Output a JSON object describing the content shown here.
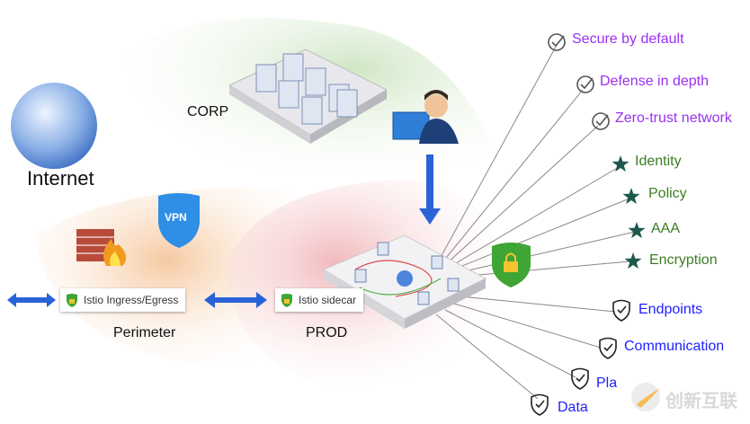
{
  "zones": {
    "internet": "Internet",
    "corp": "CORP",
    "perimeter": "Perimeter",
    "prod": "PROD",
    "vpn": "VPN"
  },
  "boxes": {
    "ingress": "Istio Ingress/Egress",
    "sidecar": "Istio sidecar"
  },
  "principles": [
    {
      "label": "Secure by default",
      "icon": "check-circle-icon"
    },
    {
      "label": "Defense in depth",
      "icon": "check-circle-icon"
    },
    {
      "label": "Zero-trust network",
      "icon": "check-circle-icon"
    }
  ],
  "features": [
    {
      "label": "Identity",
      "icon": "star-icon"
    },
    {
      "label": "Policy",
      "icon": "star-icon"
    },
    {
      "label": "AAA",
      "icon": "star-icon"
    },
    {
      "label": "Encryption",
      "icon": "star-icon"
    }
  ],
  "protected": [
    {
      "label": "Endpoints",
      "icon": "shield-check-icon"
    },
    {
      "label": "Communication",
      "icon": "shield-check-icon"
    },
    {
      "label": "Pla",
      "icon": "shield-check-icon"
    },
    {
      "label": "Data",
      "icon": "shield-check-icon"
    }
  ],
  "watermark": "创新互联",
  "colors": {
    "principles": "#9a30f0",
    "features": "#3a7d22",
    "protected": "#1f1fff",
    "shield_green": "#3fa535",
    "arrow_blue": "#2a63d8"
  }
}
